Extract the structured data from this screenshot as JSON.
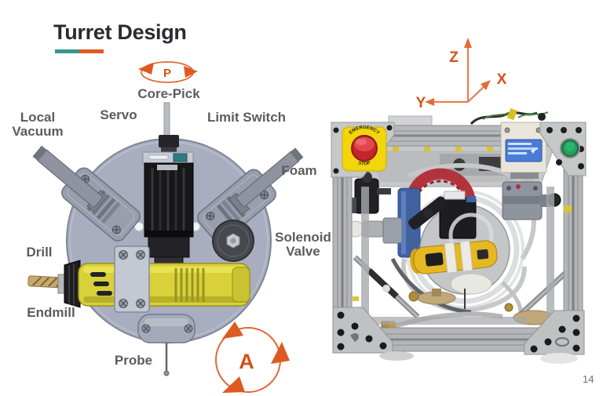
{
  "slide": {
    "title": "Turret Design",
    "page_number": "14"
  },
  "turret": {
    "labels": {
      "core_pick": "Core-Pick",
      "servo": "Servo",
      "limit_switch": "Limit Switch",
      "local_vacuum": "Local Vacuum",
      "foam": "Foam",
      "solenoid_valve": "Solenoid Valve",
      "drill": "Drill",
      "endmill": "Endmill",
      "probe": "Probe"
    },
    "rotation": {
      "pick": "P",
      "turret": "A"
    }
  },
  "machine": {
    "axes": {
      "z": "Z",
      "x": "X",
      "y": "Y"
    },
    "estop": {
      "top": "EMERGENCY",
      "bottom": "STOP"
    }
  },
  "colors": {
    "accent_teal": "#3A968E",
    "accent_orange": "#E05A24",
    "label_gray": "#5C5C5F",
    "disc_gray": "#A8AEBF",
    "tool_yellow": "#D8D139"
  }
}
